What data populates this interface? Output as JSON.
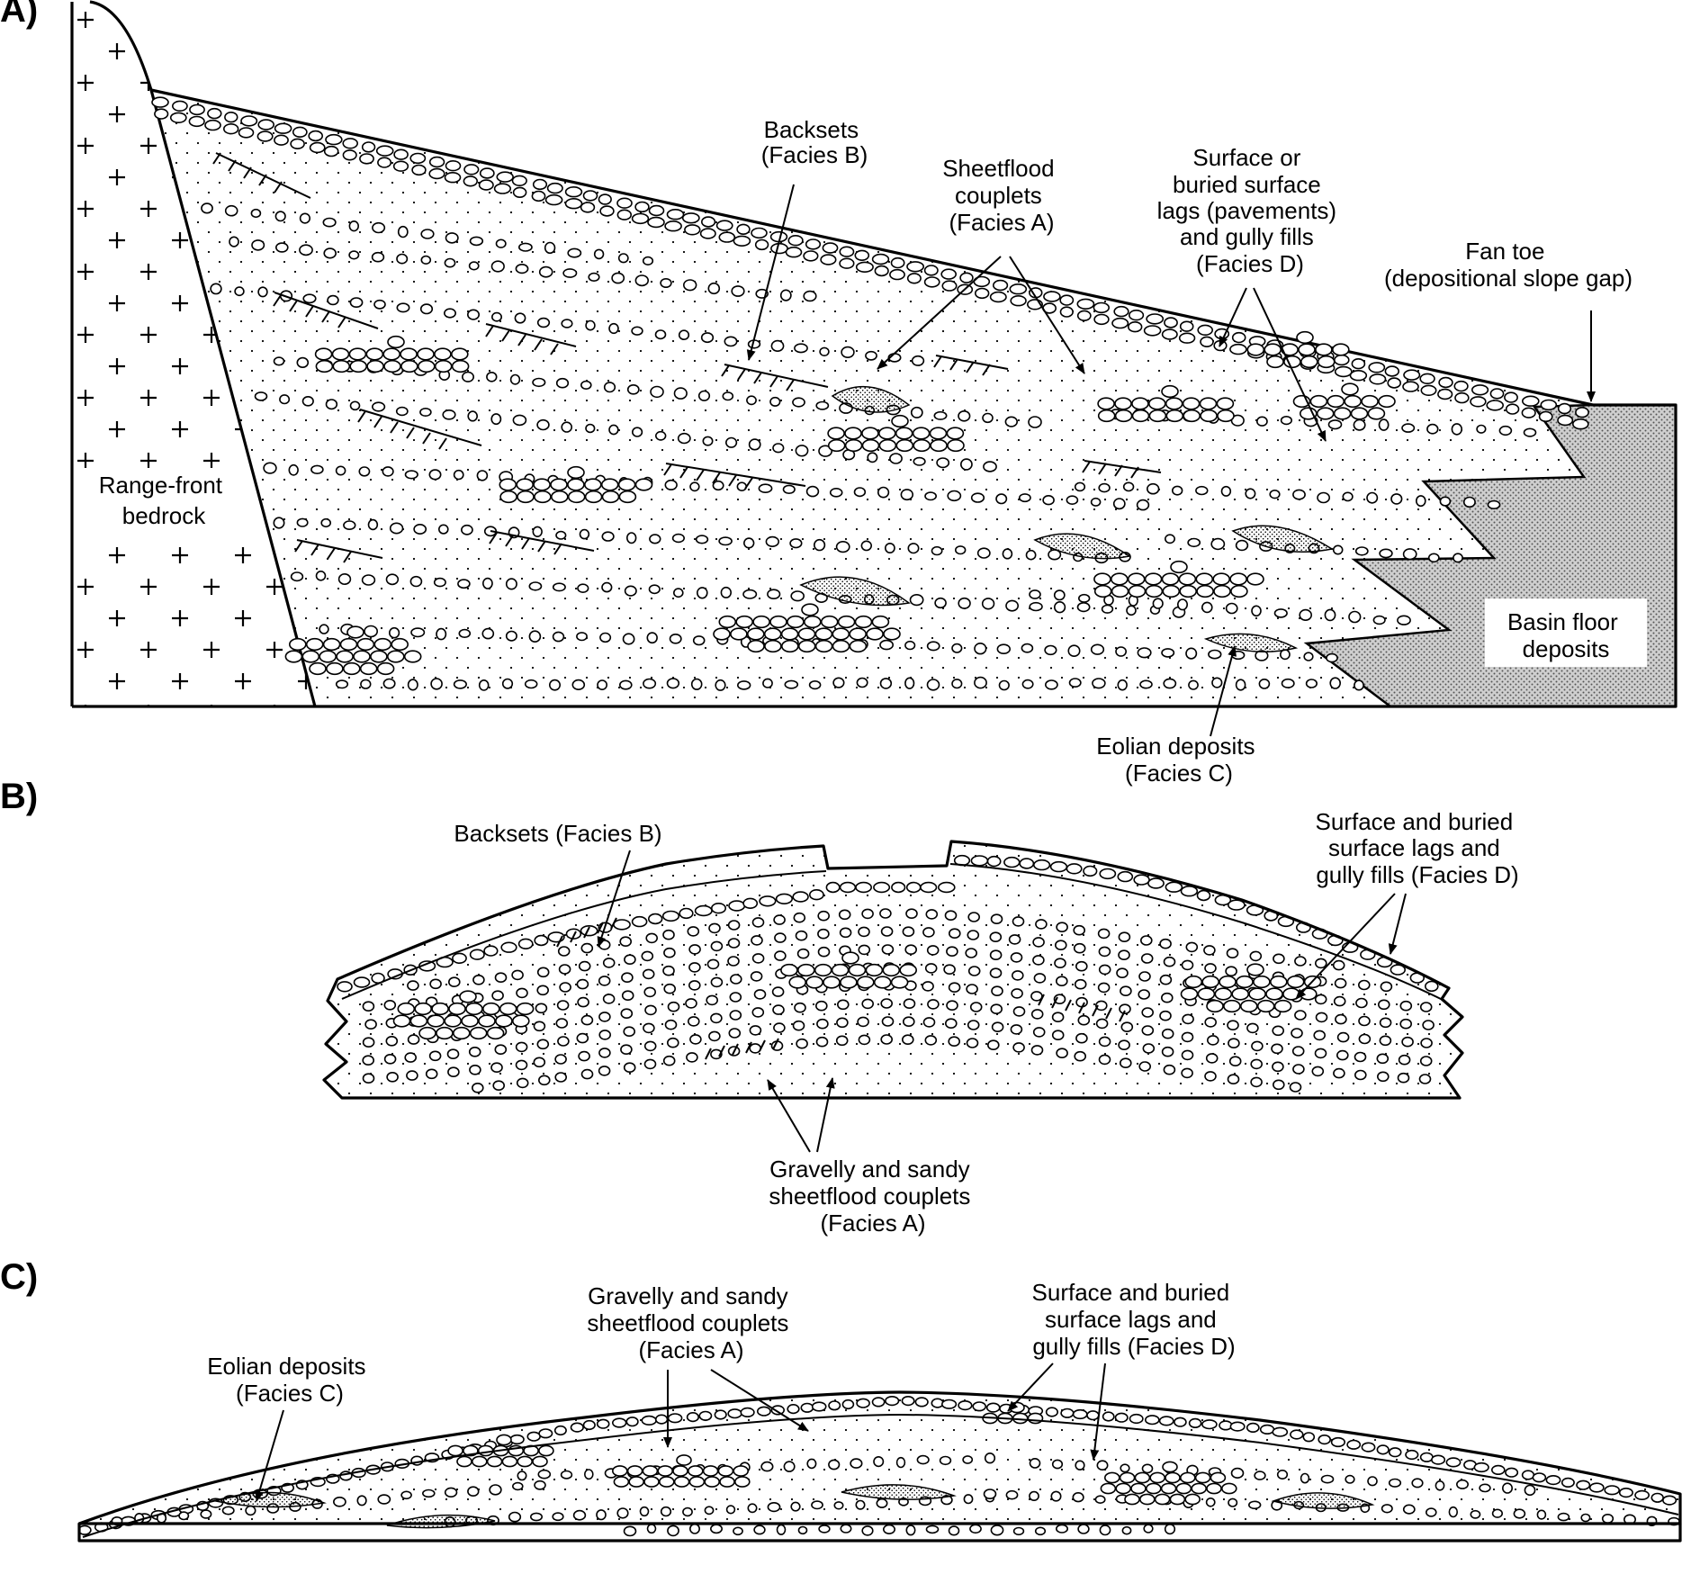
{
  "panels": {
    "a": {
      "letter": "A)",
      "labels": {
        "bedrock": [
          "Range-front",
          "bedrock"
        ],
        "backsets": [
          "Backsets",
          "(Facies B)"
        ],
        "sheetflood": [
          "Sheetflood",
          "couplets",
          "(Facies A)"
        ],
        "lags": [
          "Surface or",
          "buried surface",
          "lags (pavements)",
          "and gully fills",
          "(Facies D)"
        ],
        "fan_toe": [
          "Fan toe",
          "(depositional slope gap)"
        ],
        "basin": [
          "Basin floor",
          "deposits"
        ],
        "eolian": [
          "Eolian deposits",
          "(Facies C)"
        ]
      }
    },
    "b": {
      "letter": "B)",
      "labels": {
        "backsets": [
          "Backsets (Facies B)"
        ],
        "lags": [
          "Surface and buried",
          "surface lags and",
          "gully fills (Facies D)"
        ],
        "sheetflood": [
          "Gravelly and sandy",
          "sheetflood couplets",
          "(Facies A)"
        ]
      }
    },
    "c": {
      "letter": "C)",
      "labels": {
        "sheetflood": [
          "Gravelly and sandy",
          "sheetflood couplets",
          "(Facies A)"
        ],
        "lags": [
          "Surface and buried",
          "surface lags and",
          "gully fills (Facies D)"
        ],
        "eolian": [
          "Eolian deposits",
          "(Facies C)"
        ]
      }
    }
  }
}
